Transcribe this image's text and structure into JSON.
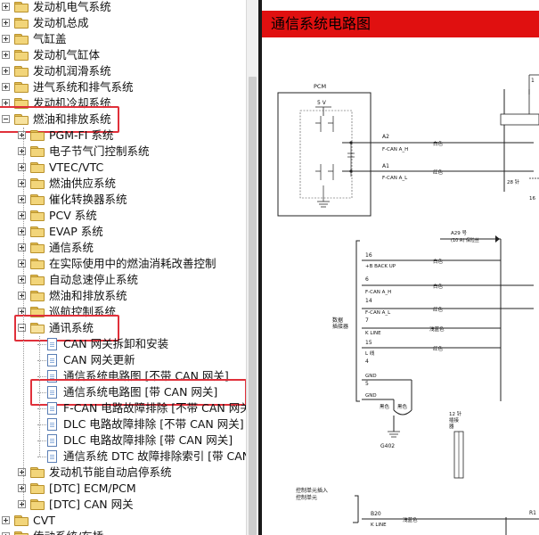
{
  "tree": {
    "items": [
      {
        "label": "发动机电气系统",
        "level": 0,
        "type": "folder",
        "expand": "plus"
      },
      {
        "label": "发动机总成",
        "level": 0,
        "type": "folder",
        "expand": "plus"
      },
      {
        "label": "气缸盖",
        "level": 0,
        "type": "folder",
        "expand": "plus"
      },
      {
        "label": "发动机气缸体",
        "level": 0,
        "type": "folder",
        "expand": "plus"
      },
      {
        "label": "发动机润滑系统",
        "level": 0,
        "type": "folder",
        "expand": "plus"
      },
      {
        "label": "进气系统和排气系统",
        "level": 0,
        "type": "folder",
        "expand": "plus"
      },
      {
        "label": "发动机冷却系统",
        "level": 0,
        "type": "folder",
        "expand": "plus"
      },
      {
        "label": "燃油和排放系统",
        "level": 0,
        "type": "folder",
        "expand": "minus",
        "highlight": true
      },
      {
        "label": "PGM-FI 系统",
        "level": 1,
        "type": "folder",
        "expand": "plus"
      },
      {
        "label": "电子节气门控制系统",
        "level": 1,
        "type": "folder",
        "expand": "plus"
      },
      {
        "label": "VTEC/VTC",
        "level": 1,
        "type": "folder",
        "expand": "plus"
      },
      {
        "label": "燃油供应系统",
        "level": 1,
        "type": "folder",
        "expand": "plus"
      },
      {
        "label": "催化转换器系统",
        "level": 1,
        "type": "folder",
        "expand": "plus"
      },
      {
        "label": "PCV 系统",
        "level": 1,
        "type": "folder",
        "expand": "plus"
      },
      {
        "label": "EVAP 系统",
        "level": 1,
        "type": "folder",
        "expand": "plus"
      },
      {
        "label": "通信系统",
        "level": 1,
        "type": "folder",
        "expand": "plus"
      },
      {
        "label": "在实际使用中的燃油消耗改善控制",
        "level": 1,
        "type": "folder",
        "expand": "plus"
      },
      {
        "label": "自动怠速停止系统",
        "level": 1,
        "type": "folder",
        "expand": "plus"
      },
      {
        "label": "燃油和排放系统",
        "level": 1,
        "type": "folder",
        "expand": "plus"
      },
      {
        "label": "巡航控制系统",
        "level": 1,
        "type": "folder",
        "expand": "plus"
      },
      {
        "label": "通讯系统",
        "level": 1,
        "type": "folder",
        "expand": "minus",
        "highlight": true
      },
      {
        "label": "CAN 网关拆卸和安装",
        "level": 2,
        "type": "doc"
      },
      {
        "label": "CAN 网关更新",
        "level": 2,
        "type": "doc"
      },
      {
        "label": "通信系统电路图 [不带 CAN 网关]",
        "level": 2,
        "type": "doc"
      },
      {
        "label": "通信系统电路图 [带 CAN 网关]",
        "level": 2,
        "type": "doc",
        "highlight": true
      },
      {
        "label": "F-CAN 电路故障排除 [不带 CAN 网关]",
        "level": 2,
        "type": "doc"
      },
      {
        "label": "DLC 电路故障排除 [不带 CAN 网关]",
        "level": 2,
        "type": "doc"
      },
      {
        "label": "DLC 电路故障排除 [带 CAN 网关]",
        "level": 2,
        "type": "doc"
      },
      {
        "label": "通信系统 DTC 故障排除索引 [带 CAN 网关]",
        "level": 2,
        "type": "doc"
      },
      {
        "label": "发动机节能自动启停系统",
        "level": 1,
        "type": "folder",
        "expand": "plus"
      },
      {
        "label": "[DTC] ECM/PCM",
        "level": 1,
        "type": "folder",
        "expand": "plus"
      },
      {
        "label": "[DTC] CAN 网关",
        "level": 1,
        "type": "folder",
        "expand": "plus"
      },
      {
        "label": "CVT",
        "level": 0,
        "type": "folder",
        "expand": "plus"
      },
      {
        "label": "传动系统/车桥",
        "level": 0,
        "type": "folder",
        "expand": "plus"
      }
    ]
  },
  "doc": {
    "title": "通信系统电路图",
    "diagram": {
      "pcm": "PCM",
      "five_v": "5 V",
      "a2": "A2",
      "fcan_h": "F-CAN A_H",
      "white": "白色",
      "a1": "A1",
      "fcan_l": "F-CAN A_L",
      "red": "红色",
      "pin28": "28 针",
      "pin16": "16",
      "fuse": "A29 号",
      "fuse2": "(10 A) 保险丝",
      "p16": "16",
      "backup": "+B BACK UP",
      "p6": "6",
      "fcanh2": "F-CAN A_H",
      "p14": "14",
      "fcanl2": "F-CAN A_L",
      "p7": "7",
      "kline": "K LINE",
      "p15": "15",
      "lgreen": "浅蓝色",
      "lline": "L 线",
      "p4": "4",
      "gnd": "GND",
      "p5": "5",
      "gnd2": "GND",
      "dlc1": "数据",
      "dlc2": "插接器",
      "black": "黑色",
      "g402": "G402",
      "pin12a": "12 针",
      "pin12b": "插接",
      "pin12c": "器",
      "gw1": "控制单元插入",
      "gw2": "控制单元",
      "b20": "B20",
      "kline2": "K LINE",
      "lblue2": "浅蓝色",
      "r1": "R1",
      "one": "1"
    }
  }
}
